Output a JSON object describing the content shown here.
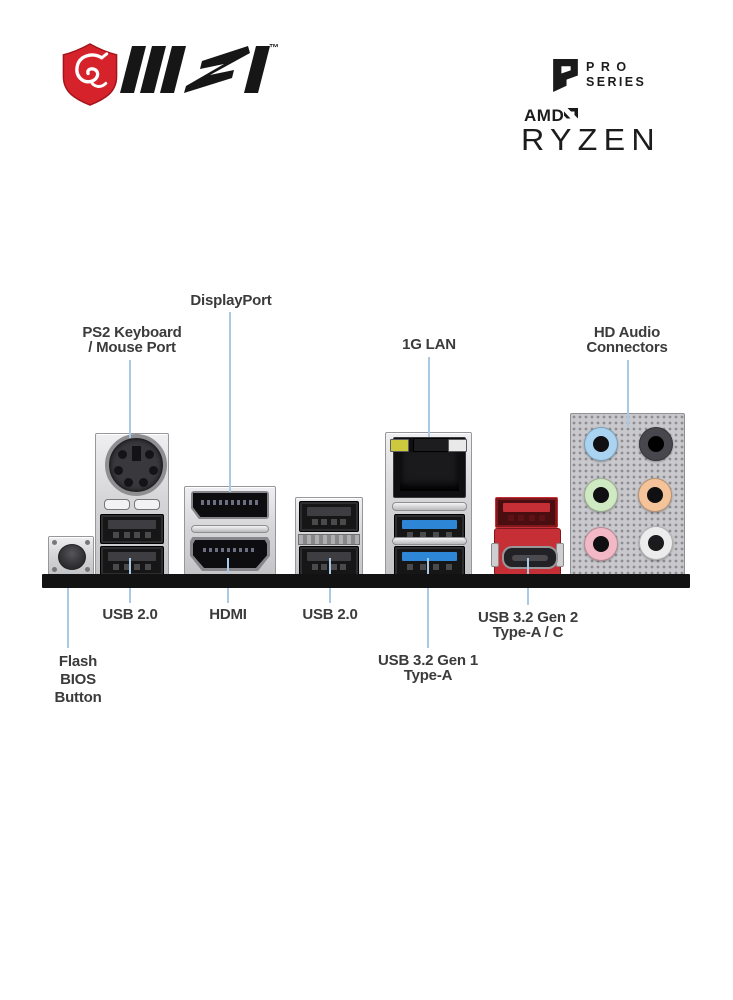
{
  "brand": {
    "msi": {
      "wordmark": "MSI",
      "tm": "™"
    },
    "pro_series": {
      "line1": "PRO",
      "line2": "SERIES"
    },
    "amd_ryzen": {
      "amd": "AMD",
      "ryzen": "RYZEN"
    }
  },
  "callouts": {
    "displayport": {
      "label": "DisplayPort"
    },
    "ps2": {
      "line1": "PS2 Keyboard",
      "line2": "/ Mouse Port"
    },
    "lan": {
      "label": "1G LAN"
    },
    "hd_audio": {
      "line1": "HD Audio",
      "line2": "Connectors"
    },
    "usb2_left": {
      "label": "USB 2.0"
    },
    "hdmi": {
      "label": "HDMI"
    },
    "usb2_right": {
      "label": "USB 2.0"
    },
    "usb32_gen1": {
      "line1": "USB 3.2 Gen 1",
      "line2": "Type-A"
    },
    "usb32_gen2": {
      "line1": "USB 3.2 Gen 2",
      "line2": "Type-A / C"
    },
    "flash_bios": {
      "line1": "Flash",
      "line2": "BIOS",
      "line3": "Button"
    }
  },
  "colors": {
    "leader_line": "#a9c9e6",
    "label_text": "#3b3b3b",
    "msi_red": "#d6232b",
    "usb3_blue": "#2e86d6",
    "usb_red": "#c62f36",
    "usb_red_dark": "#8c1d22",
    "io_bar": "#121212",
    "lan_led_yellow": "#cdc93f",
    "lan_led_white": "#e9e9e9"
  },
  "audio_jacks": [
    {
      "id": "blue",
      "color": "#a9d3f0"
    },
    {
      "id": "black",
      "color": "#47474d"
    },
    {
      "id": "green",
      "color": "#cfe9c2"
    },
    {
      "id": "orange",
      "color": "#f4c39a"
    },
    {
      "id": "pink",
      "color": "#f3b8c6"
    },
    {
      "id": "white",
      "color": "#ececec"
    }
  ]
}
